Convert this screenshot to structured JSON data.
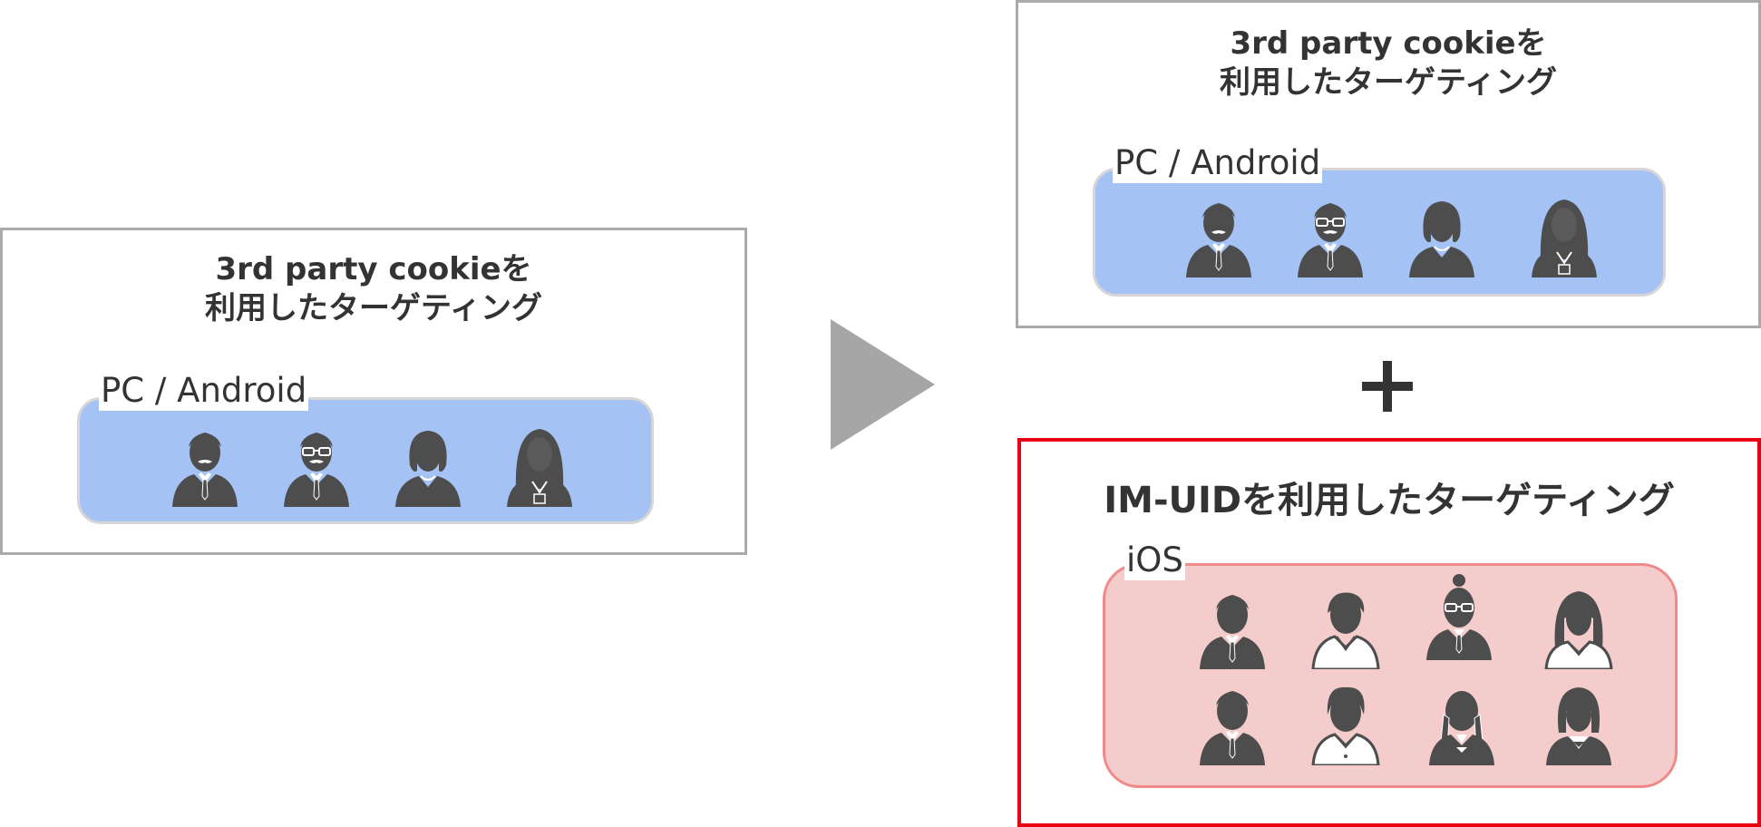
{
  "left_panel": {
    "title_line1": "3rd party cookieを",
    "title_line2": "利用したターゲティング",
    "segment_label": "PC / Android",
    "avatars": [
      "man-mustache-icon",
      "man-glasses-mustache-icon",
      "woman-icon",
      "woman-long-hair-icon"
    ]
  },
  "right_top_panel": {
    "title_line1": "3rd party cookieを",
    "title_line2": "利用したターゲティング",
    "segment_label": "PC / Android",
    "avatars": [
      "man-mustache-icon",
      "man-glasses-mustache-icon",
      "woman-icon",
      "woman-long-hair-icon"
    ]
  },
  "right_bottom_panel": {
    "title": "IM-UIDを利用したターゲティング",
    "segment_label": "iOS",
    "avatars_row1": [
      "man-suit-icon",
      "man-casual-icon",
      "woman-glasses-bun-icon",
      "woman-long-hair-casual-icon"
    ],
    "avatars_row2": [
      "boy-suit-icon",
      "boy-casual-icon",
      "girl-braids-icon",
      "girl-bob-icon"
    ]
  },
  "colors": {
    "panel_border": "#aaaaaa",
    "highlight_border": "#e60012",
    "segment_blue": "#a4c2f4",
    "segment_pink": "#f4cccc",
    "icon_fill": "#4d4d4d",
    "arrow": "#a6a6a6"
  },
  "connectors": {
    "arrow_icon": "play-triangle-icon",
    "plus_icon": "plus-icon"
  }
}
